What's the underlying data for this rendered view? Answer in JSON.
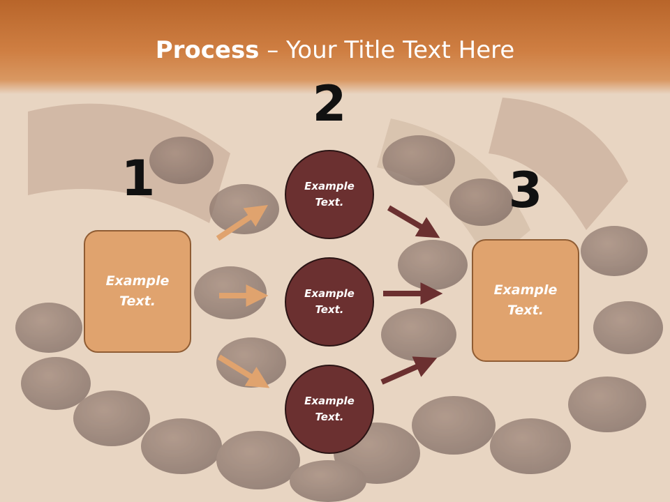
{
  "title": {
    "bold": "Process",
    "rest": " – Your Title Text Here"
  },
  "steps": [
    {
      "number": "1",
      "label": "Example\nText."
    },
    {
      "number": "2"
    },
    {
      "number": "3",
      "label": "Example\nText."
    }
  ],
  "circles": [
    {
      "label": "Example\nText."
    },
    {
      "label": "Example\nText."
    },
    {
      "label": "Example\nText."
    }
  ],
  "colors": {
    "header": "#c8743a",
    "box_fill": "#e0a36e",
    "circle_fill": "#6b3030",
    "arrow_light": "#e0a36e",
    "arrow_dark": "#6b3030"
  }
}
